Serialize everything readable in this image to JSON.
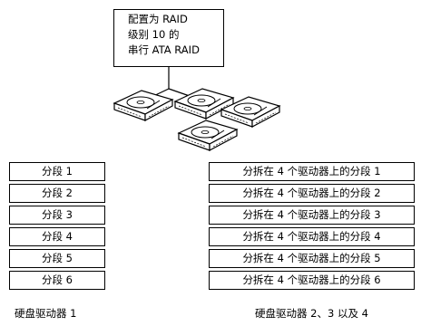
{
  "raid_label": {
    "lines": [
      "配置为 RAID",
      "级别 10 的",
      "串行 ATA RAID"
    ]
  },
  "disk1": {
    "segments": [
      "分段 1",
      "分段 2",
      "分段 3",
      "分段 4",
      "分段 5",
      "分段 6"
    ],
    "caption": "硬盘驱动器 1"
  },
  "disks_rest": {
    "stripes": [
      "分拆在 4 个驱动器上的分段 1",
      "分拆在 4 个驱动器上的分段 2",
      "分拆在 4 个驱动器上的分段 3",
      "分拆在 4 个驱动器上的分段 4",
      "分拆在 4 个驱动器上的分段 5",
      "分拆在 4 个驱动器上的分段 6"
    ],
    "caption": "硬盘驱动器 2、3 以及 4"
  }
}
